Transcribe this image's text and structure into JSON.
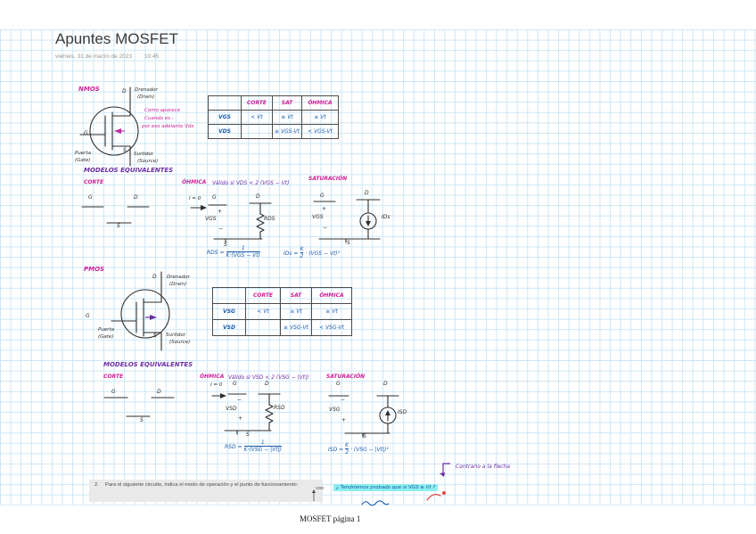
{
  "page": {
    "title": "Apuntes MOSFET",
    "date": "viernes, 31 de marzo de 2023",
    "time": "10:45",
    "footer": "MOSFET página 1"
  },
  "nmos": {
    "heading": "NMOS",
    "sym": {
      "d": "D",
      "g": "G",
      "s": "S",
      "drain1": "Drenador",
      "drain2": "(Drain)",
      "gate1": "Puerta",
      "gate2": "(Gate)",
      "src1": "Surtidor",
      "src2": "(Source)"
    },
    "note": {
      "l1": "Como aparece",
      "l2": "Cuando es :",
      "l3": "por eso adelante Vds"
    },
    "table": {
      "h1": "CORTE",
      "h2": "SAT",
      "h3": "ÓHMICA",
      "r1": {
        "label": "VGS",
        "c1": "< Vt",
        "c2": "≥ Vt",
        "c3": "≥ Vt"
      },
      "r2": {
        "label": "VDS",
        "c1": "",
        "c2": "≥ VGS-Vt",
        "c3": "< VGS-Vt"
      }
    },
    "models": {
      "title": "MODELOS EQUIVALENTES",
      "corte": "CORTE",
      "corte_g": "G",
      "corte_d": "D",
      "corte_s": "S",
      "ohmica": "ÓHMICA",
      "cond": "Válido si VDS < 2 (VGS − Vt)",
      "ohm": {
        "i": "I = 0",
        "g": "G",
        "plus": "+",
        "v": "VGS",
        "minus": "−",
        "s": "S",
        "d": "D",
        "r": "RDS"
      },
      "ohm_eq": {
        "lhs": "RDS =",
        "num": "1",
        "den": "K·(VGS − Vt)"
      },
      "sat_title": "SATURACIÓN",
      "sat": {
        "g": "G",
        "plus": "+",
        "v": "VGS",
        "minus": "−",
        "s": "S",
        "d": "D",
        "i": "IDs"
      },
      "sat_eq": {
        "lhs": "IDs =",
        "num": "K",
        "den": "2",
        "rhs": "· (VGS − Vt)²"
      }
    }
  },
  "pmos": {
    "heading": "PMOS",
    "sym": {
      "d": "D",
      "g": "G",
      "s": "S",
      "drain1": "Drenador",
      "drain2": "(Drain)",
      "gate1": "Puerta",
      "gate2": "(Gate)",
      "src1": "Surtidor",
      "src2": "(Source)"
    },
    "table": {
      "h1": "CORTE",
      "h2": "SAT",
      "h3": "ÓHMICA",
      "r1": {
        "label": "VSG",
        "c1": "< Vt",
        "c2": "≥ Vt",
        "c3": "≥ Vt"
      },
      "r2": {
        "label": "VSD",
        "c1": "",
        "c2": "≥ VSG-Vt",
        "c3": "< VSG-Vt"
      }
    },
    "models": {
      "title": "MODELOS EQUIVALENTES",
      "corte": "CORTE",
      "corte_g": "G",
      "corte_d": "D",
      "corte_s": "S",
      "ohmica": "ÓHMICA",
      "cond": "Válido si VSD < 2 (VSG − |Vt|)",
      "ohm": {
        "i": "I = 0",
        "g": "G",
        "plus": "+",
        "v": "VSD",
        "minus": "−",
        "s": "S",
        "d": "D",
        "r": "RSD"
      },
      "ohm_eq": {
        "lhs": "RSD =",
        "num": "1",
        "den": "K·(VSG − |Vt|)"
      },
      "sat_title": "SATURACIÓN",
      "sat": {
        "g": "G",
        "plus": "+",
        "v": "VSG",
        "minus": "−",
        "s": "S",
        "d": "D",
        "i": "ISD"
      },
      "sat_eq": {
        "lhs": "ISD =",
        "num": "K",
        "den": "2",
        "rhs": "· (VSG − |Vt|)²"
      }
    }
  },
  "exercise": {
    "num": "2.",
    "text": "Para el siguiente circuito, indica el modo de operación y el punto de funcionamiento:",
    "vdd": "VDD"
  },
  "notes": {
    "bracket": "Contrario a la flecha",
    "highlight": "¿ Tendríamos probado que si VGS ≥ Vt ?"
  }
}
